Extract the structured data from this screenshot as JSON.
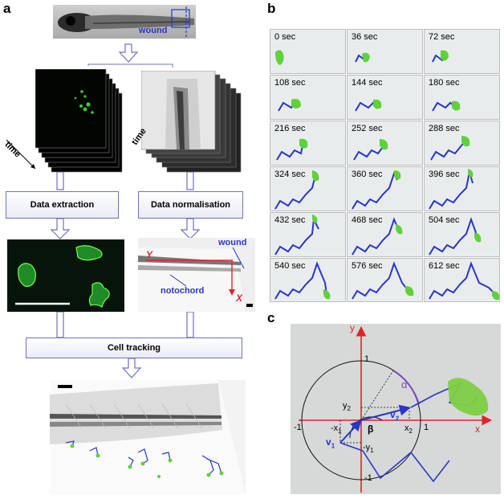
{
  "panels": {
    "a": "a",
    "b": "b",
    "c": "c"
  },
  "panel_a": {
    "wound_label": "wound",
    "time_label_left": "time",
    "time_label_right": "time",
    "box_extraction": "Data extraction",
    "box_normalisation": "Data normalisation",
    "box_tracking": "Cell tracking",
    "axis_y": "Y",
    "axis_x": "X",
    "wound_label_2": "wound",
    "notochord_label": "notochord"
  },
  "panel_b": {
    "timestamps": [
      "0 sec",
      "36 sec",
      "72 sec",
      "108 sec",
      "144 sec",
      "180 sec",
      "216 sec",
      "252 sec",
      "288 sec",
      "324 sec",
      "360 sec",
      "396 sec",
      "432 sec",
      "468 sec",
      "504 sec",
      "540 sec",
      "576 sec",
      "612 sec"
    ]
  },
  "panel_c": {
    "axis_y": "y",
    "axis_x": "x",
    "tick_1": "1",
    "tick_neg1_x": "-1",
    "tick_1_x": "1",
    "tick_neg1_y": "-1",
    "y2": "y",
    "y2_sub": "2",
    "x1": "-x",
    "x1_sub": "1",
    "x2": "x",
    "x2_sub": "2",
    "y1": "-y",
    "y1_sub": "1",
    "v1": "v",
    "v1_sub": "1",
    "v2": "v",
    "v2_sub": "2",
    "alpha": "α",
    "beta": "β"
  },
  "colors": {
    "flow_arrow": "#6f73b8",
    "track": "#2a35c9",
    "cell": "#5fd13a",
    "red_axis": "#e0242a"
  }
}
